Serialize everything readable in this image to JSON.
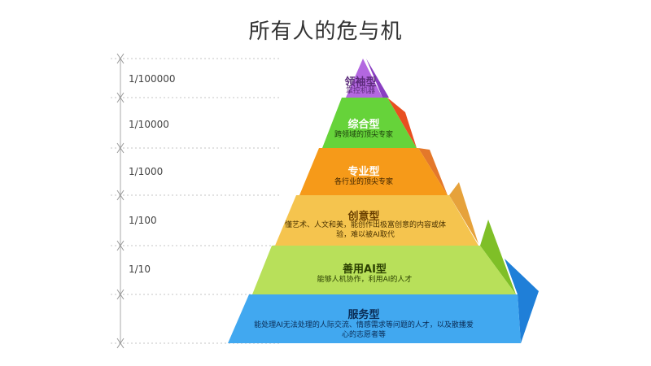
{
  "title": "所有人的危与机",
  "ratios": [
    "1/100000",
    "1/10000",
    "1/1000",
    "1/100",
    "1/10"
  ],
  "tiers": [
    {
      "title": "领袖型",
      "desc": "掌控机器",
      "color": "#b367e0",
      "side": "#8a3fc2"
    },
    {
      "title": "综合型",
      "desc": "跨领域的顶尖专家",
      "color": "#66d33a",
      "side": "#e84f20"
    },
    {
      "title": "专业型",
      "desc": "各行业的顶尖专家",
      "color": "#f69a19",
      "side": "#e4782a"
    },
    {
      "title": "创意型",
      "desc": "懂艺术、人文和美，能创作出极富创意的内容或体验，难以被AI取代",
      "color": "#f5c44e",
      "side": "#e6a23b"
    },
    {
      "title": "善用AI型",
      "desc": "能够人机协作，利用AI的人才",
      "color": "#b8e05a",
      "side": "#7fbf27"
    },
    {
      "title": "服务型",
      "desc": "能处理AI无法处理的人际交流、情感需求等问题的人才，以及散播爱心的志愿者等",
      "color": "#41a8f0",
      "side": "#1f7fd8"
    }
  ]
}
